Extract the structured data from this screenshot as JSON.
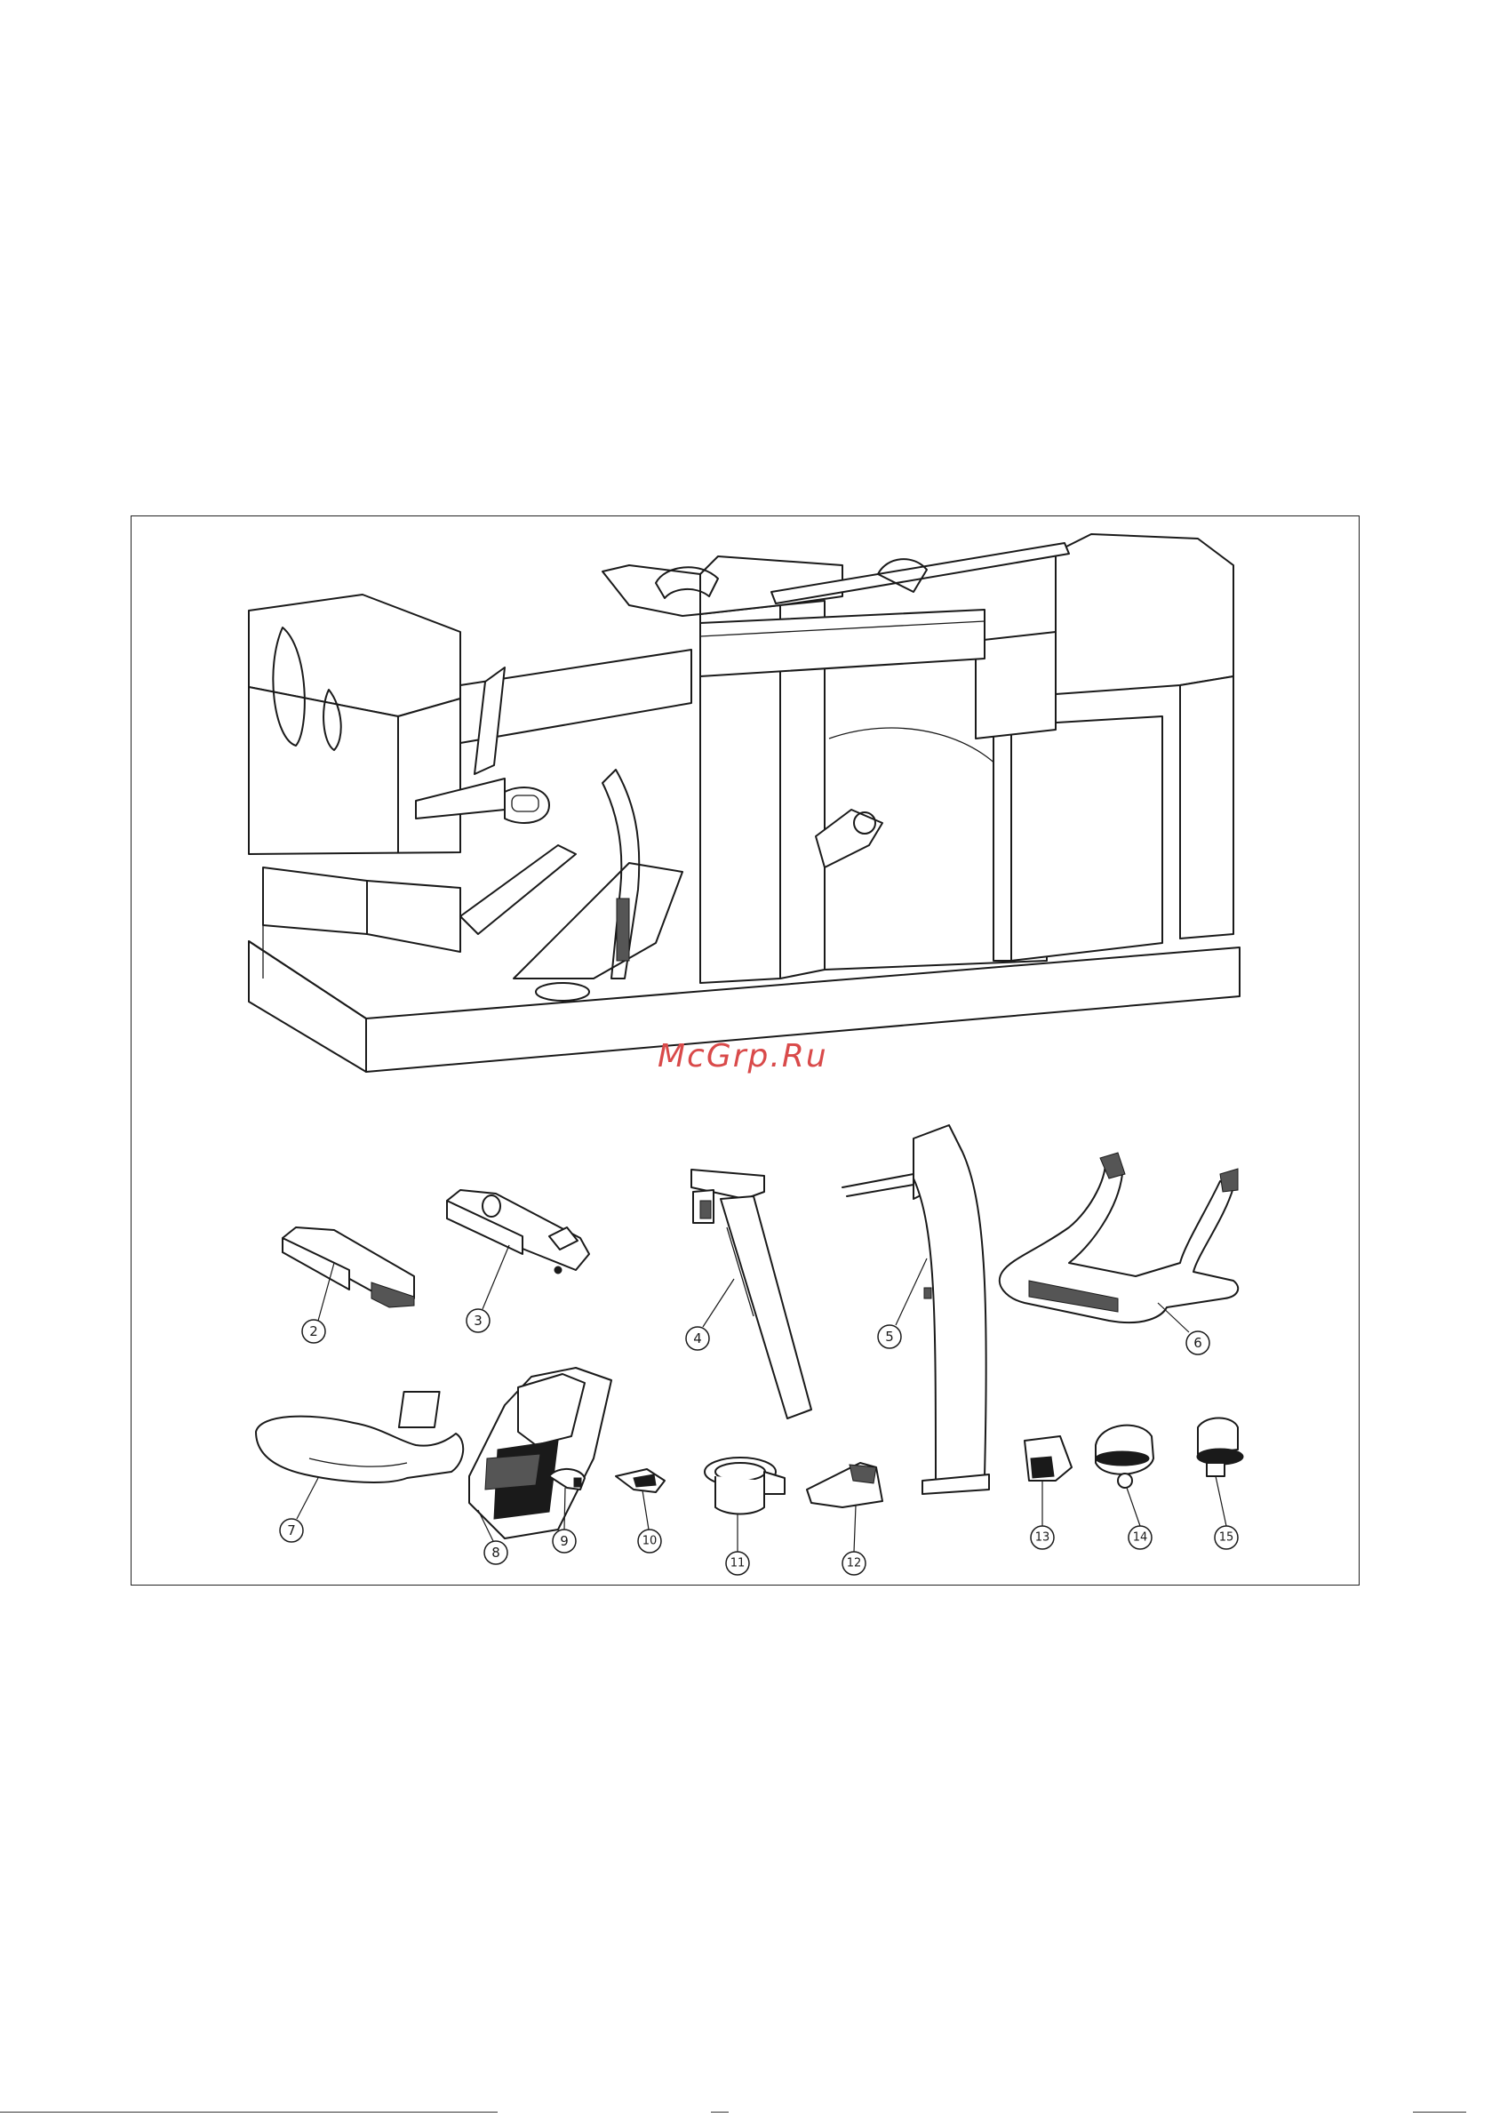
{
  "watermark": "McGrp.Ru",
  "callouts": [
    "2",
    "3",
    "4",
    "5",
    "6",
    "7",
    "8",
    "9",
    "10",
    "11",
    "12",
    "13",
    "14",
    "15"
  ],
  "icons": [
    "packing-box",
    "assembly-parts"
  ]
}
